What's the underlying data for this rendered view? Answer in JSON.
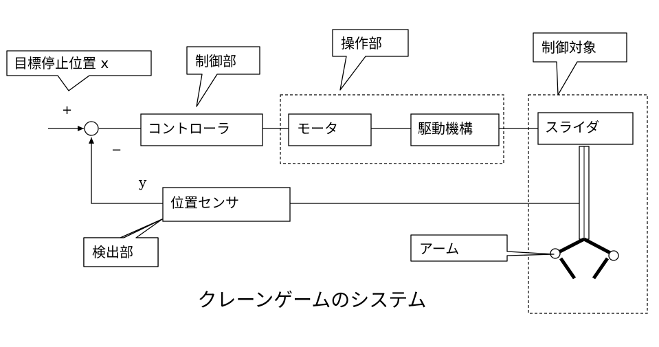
{
  "diagram": {
    "caption": "クレーンゲームのシステム",
    "blocks": {
      "controller": "コントローラ",
      "motor": "モータ",
      "drive": "駆動機構",
      "slider": "スライダ",
      "position_sensor": "位置センサ"
    },
    "callouts": {
      "target": "目標停止位置 x",
      "control_unit": "制御部",
      "operation_unit": "操作部",
      "controlled_object": "制御対象",
      "detection_unit": "検出部",
      "arm": "アーム"
    },
    "signals": {
      "plus": "+",
      "minus": "−",
      "feedback": "y"
    }
  }
}
